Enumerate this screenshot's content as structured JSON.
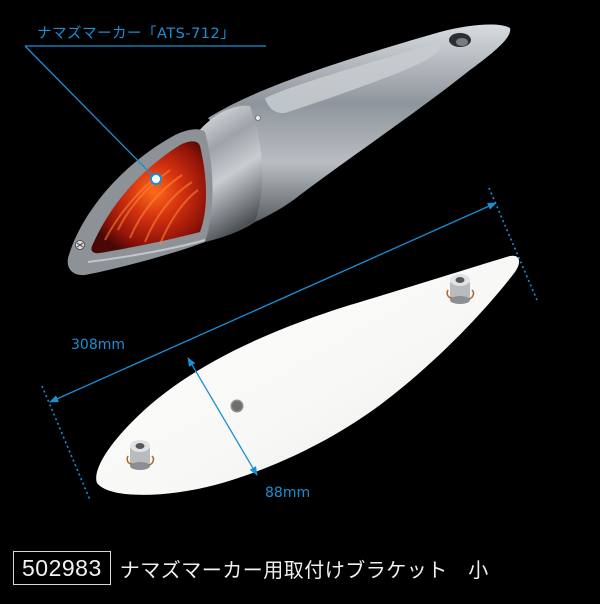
{
  "callout": {
    "label": "ナマズマーカー「ATS-712」",
    "color": "#1a8fd6"
  },
  "dimensions": {
    "length_label": "308mm",
    "width_label": "88mm"
  },
  "footer": {
    "product_code": "502983",
    "product_name": "ナマズマーカー用取付けブラケット　小"
  },
  "colors": {
    "background": "#000000",
    "annotation_blue": "#1a8fd6",
    "lens_red": "#c4230f",
    "chrome": "#a8adb3",
    "bracket_white": "#f8f8f6"
  },
  "images": {
    "lamp": "catfish-marker-lamp-photo",
    "bracket": "mounting-bracket-photo"
  }
}
